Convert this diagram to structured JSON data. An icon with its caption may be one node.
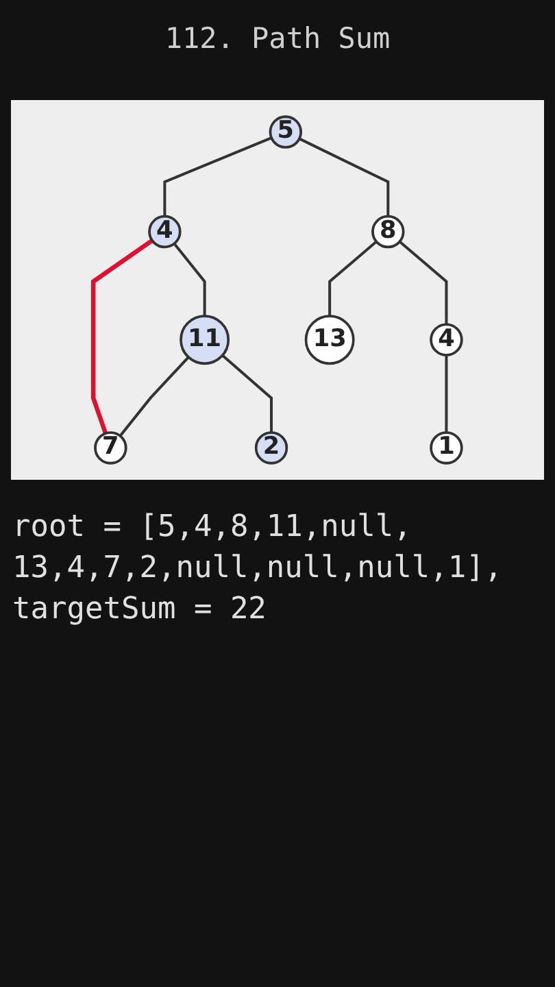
{
  "diagram": {
    "title": "112. Path Sum",
    "nodes": [
      {
        "text": [
          "5"
        ]
      },
      {
        "text": [
          "4"
        ]
      },
      {
        "text": [
          "8"
        ]
      },
      {
        "text": [
          "11"
        ]
      },
      {
        "text": [
          "13"
        ]
      },
      {
        "text": [
          "4"
        ]
      },
      {
        "text": [
          "7"
        ]
      },
      {
        "text": [
          "2"
        ]
      },
      {
        "text": [
          "1"
        ]
      }
    ],
    "edges": [
      {
        "from": 0,
        "to": 1,
        "arrow": "none"
      },
      {
        "from": 0,
        "to": 2,
        "arrow": "none"
      },
      {
        "from": 1,
        "to": 6,
        "arrow": "none",
        "color": "#dd1133"
      },
      {
        "from": 1,
        "to": 3,
        "arrow": "none"
      },
      {
        "from": 2,
        "to": 4,
        "arrow": "none"
      },
      {
        "from": 2,
        "to": 5,
        "arrow": "none"
      },
      {
        "from": 3,
        "to": 6,
        "arrow": "none"
      },
      {
        "from": 3,
        "to": 7,
        "arrow": "none"
      },
      {
        "from": 5,
        "to": 8,
        "arrow": "none"
      }
    ],
    "labels": [
      "root = [5,4,8,11,null, 13,4,7,2,null,null,null,1], targetSum = 22"
    ]
  }
}
